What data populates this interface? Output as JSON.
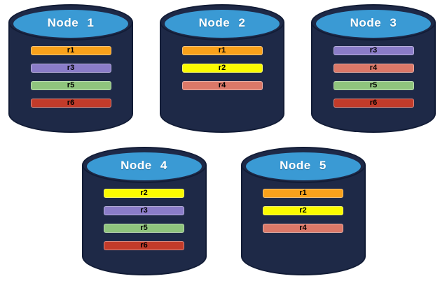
{
  "diagram": {
    "background_color": "#ffffff",
    "node_body_color": "#1e2947",
    "node_outline_color": "#121c36",
    "node_lid_color": "#3a9ad4",
    "node_title_color": "#ffffff",
    "replica_colors": {
      "r1": "#f9a11b",
      "r2": "#fbfb00",
      "r3": "#8a7cc8",
      "r4": "#db7868",
      "r5": "#8fc47d",
      "r6": "#c23b2a"
    },
    "nodes": [
      {
        "label": "Node 1",
        "replicas": [
          "r1",
          "r3",
          "r5",
          "r6"
        ]
      },
      {
        "label": "Node 2",
        "replicas": [
          "r1",
          "r2",
          "r4"
        ]
      },
      {
        "label": "Node 3",
        "replicas": [
          "r3",
          "r4",
          "r5",
          "r6"
        ]
      },
      {
        "label": "Node 4",
        "replicas": [
          "r2",
          "r3",
          "r5",
          "r6"
        ]
      },
      {
        "label": "Node 5",
        "replicas": [
          "r1",
          "r2",
          "r4"
        ]
      }
    ]
  }
}
